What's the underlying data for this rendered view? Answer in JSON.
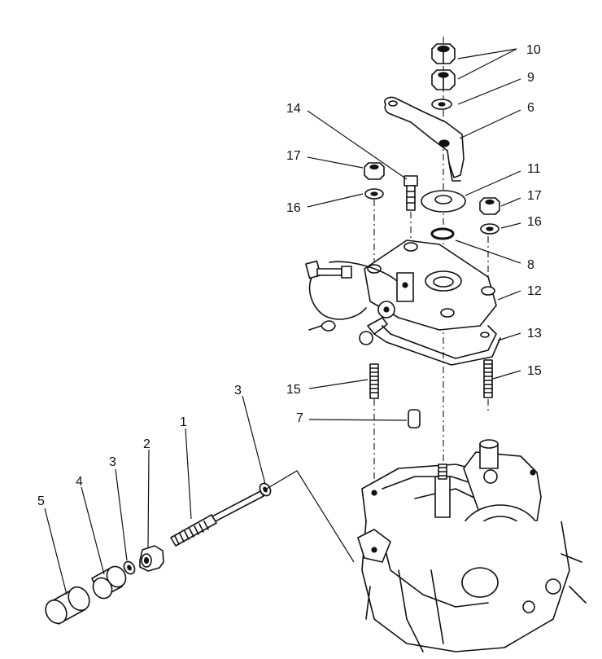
{
  "callouts": {
    "c1": "1",
    "c2": "2",
    "c3a": "3",
    "c3b": "3",
    "c4": "4",
    "c5": "5",
    "c6": "6",
    "c7": "7",
    "c8": "8",
    "c9": "9",
    "c10": "10",
    "c11": "11",
    "c12": "12",
    "c13": "13",
    "c14": "14",
    "c15a": "15",
    "c15b": "15",
    "c16a": "16",
    "c16b": "16",
    "c17a": "17",
    "c17b": "17"
  }
}
